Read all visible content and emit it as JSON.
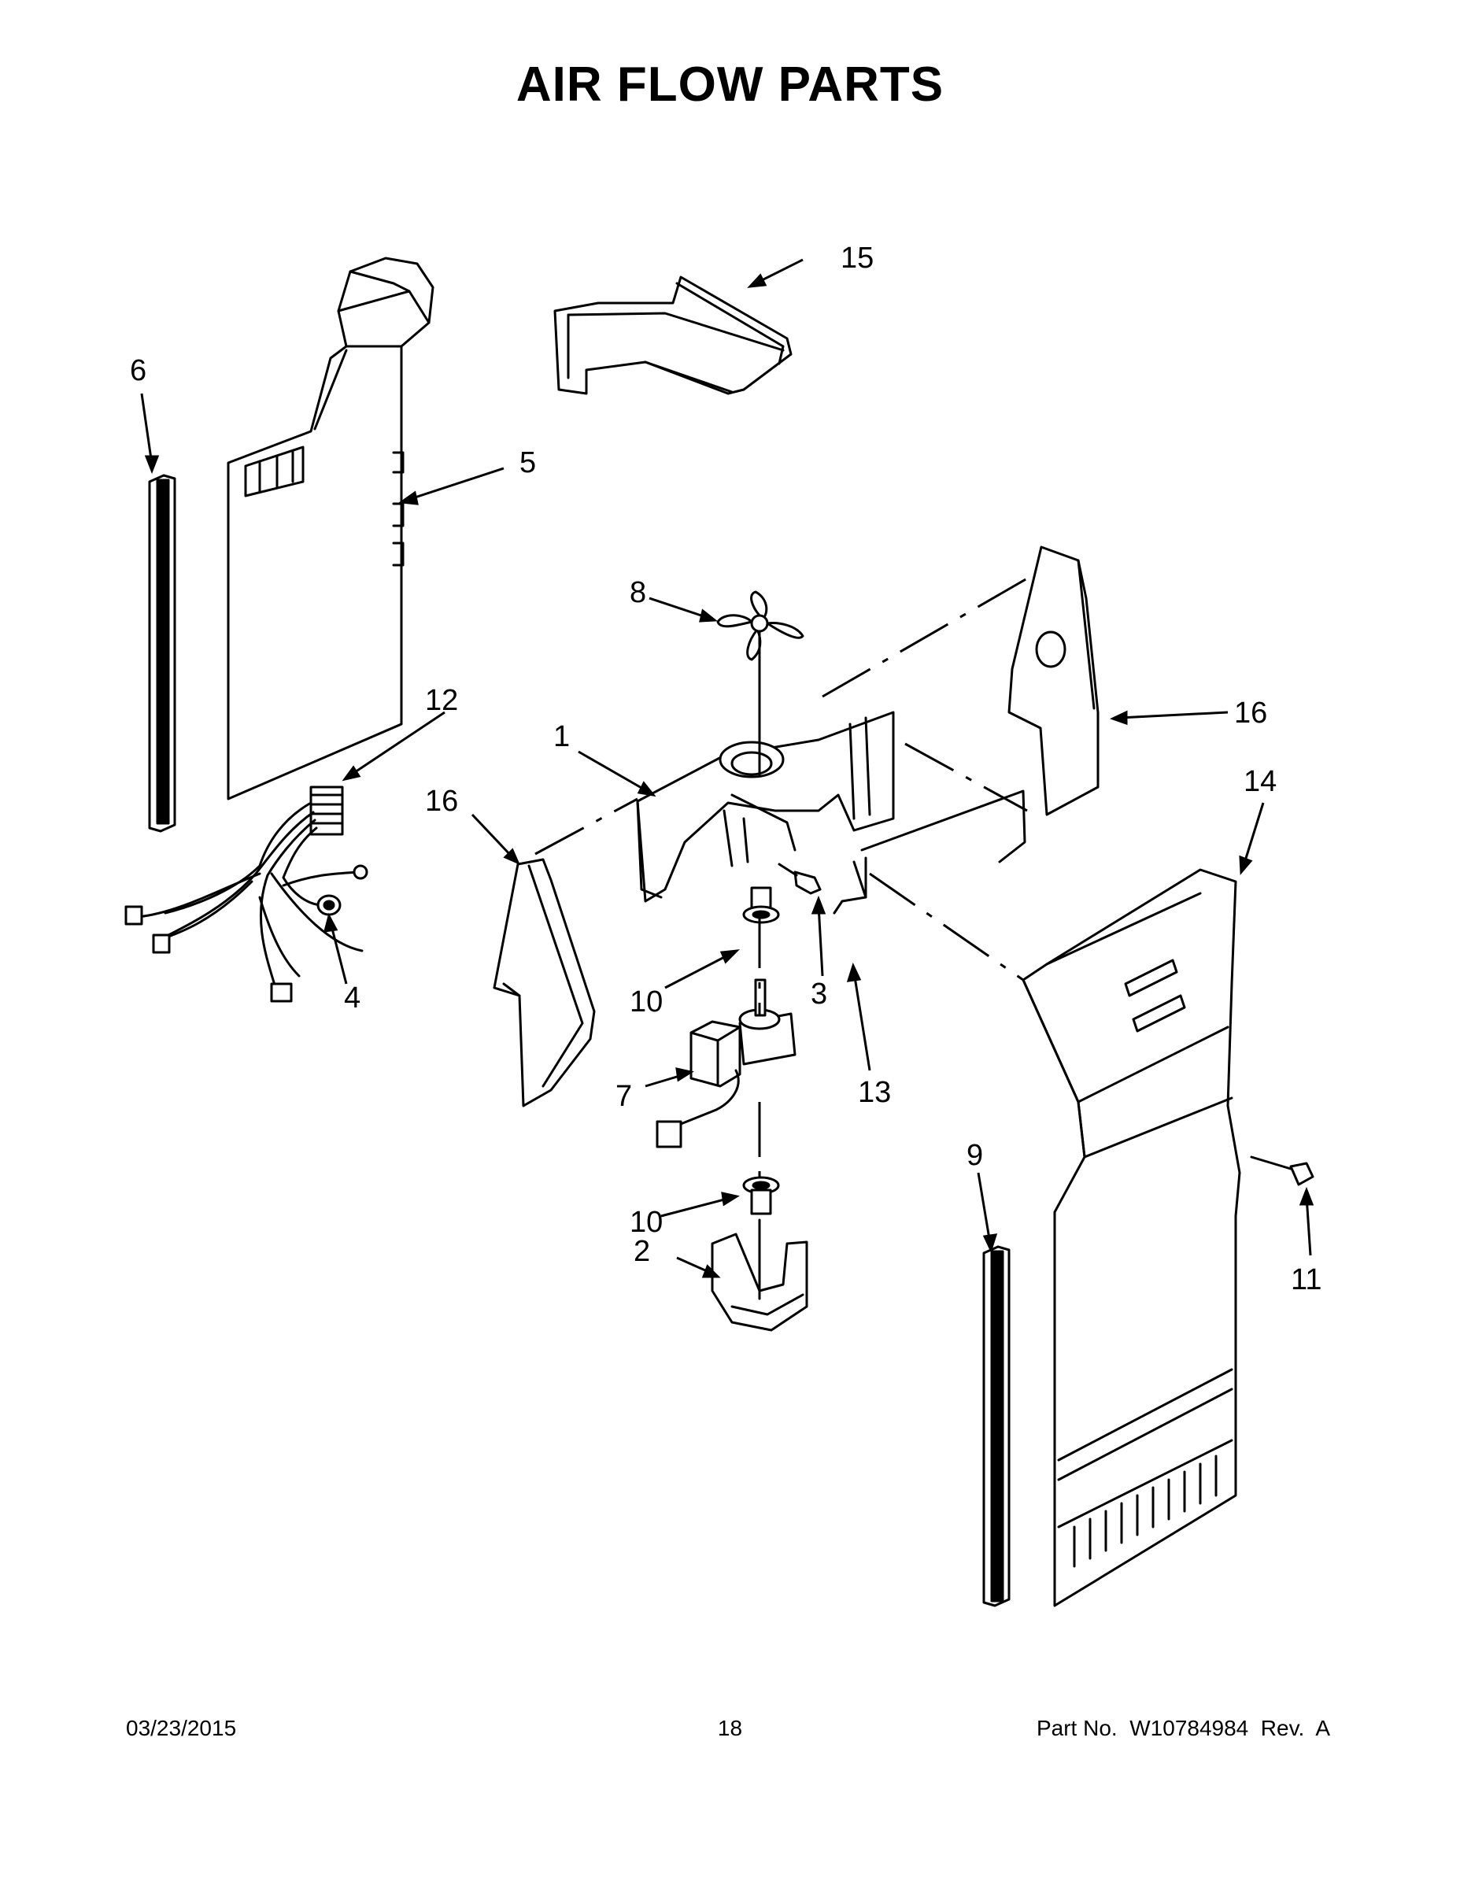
{
  "title": "AIR FLOW PARTS",
  "callouts": [
    "1",
    "2",
    "3",
    "4",
    "5",
    "6",
    "7",
    "8",
    "9",
    "10",
    "10",
    "11",
    "12",
    "13",
    "14",
    "15",
    "16",
    "16"
  ],
  "footer": {
    "date": "03/23/2015",
    "page": "18",
    "part_number": "Part No.  W10784984  Rev.  A"
  }
}
